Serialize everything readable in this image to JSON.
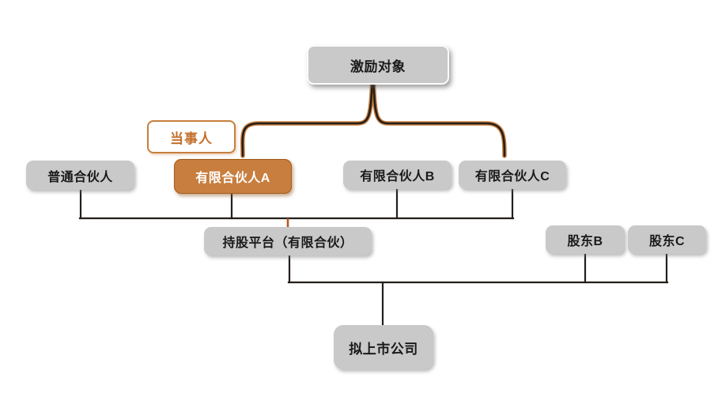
{
  "diagram": {
    "type": "equity-structure-diagram",
    "background": "#ffffff",
    "colors": {
      "box_gray": "#c9c9c9",
      "accent_orange": "#c87e3e",
      "accent_orange_dark": "#a55c1c",
      "connector_orange": "#b4591c",
      "line_black": "#231f1a",
      "text_dark": "#1a1a1a",
      "text_white": "#ffffff"
    }
  },
  "nodes": {
    "incentive_target": {
      "label": "激励对象"
    },
    "party_label": {
      "label": "当事人"
    },
    "general_partner": {
      "label": "普通合伙人"
    },
    "limited_partner_a": {
      "label": "有限合伙人A"
    },
    "limited_partner_b": {
      "label": "有限合伙人B"
    },
    "limited_partner_c": {
      "label": "有限合伙人C"
    },
    "holding_platform": {
      "label": "持股平台（有限合伙）"
    },
    "shareholder_b": {
      "label": "股东B"
    },
    "shareholder_c": {
      "label": "股东C"
    },
    "listing_company": {
      "label": "拟上市公司"
    }
  },
  "edges": [
    {
      "from": "激励对象",
      "to": "有限合伙人A、有限合伙人B、有限合伙人C",
      "style": "brace"
    },
    {
      "from": "当事人",
      "to": "有限合伙人A",
      "style": "annotation"
    },
    {
      "from": "普通合伙人",
      "to": "持股平台（有限合伙）",
      "style": "line"
    },
    {
      "from": "有限合伙人A",
      "to": "持股平台（有限合伙）",
      "style": "line"
    },
    {
      "from": "有限合伙人B",
      "to": "持股平台（有限合伙）",
      "style": "line"
    },
    {
      "from": "有限合伙人C",
      "to": "持股平台（有限合伙）",
      "style": "line"
    },
    {
      "from": "持股平台（有限合伙）",
      "to": "拟上市公司",
      "style": "line"
    },
    {
      "from": "股东B",
      "to": "拟上市公司",
      "style": "line"
    },
    {
      "from": "股东C",
      "to": "拟上市公司",
      "style": "line"
    }
  ]
}
